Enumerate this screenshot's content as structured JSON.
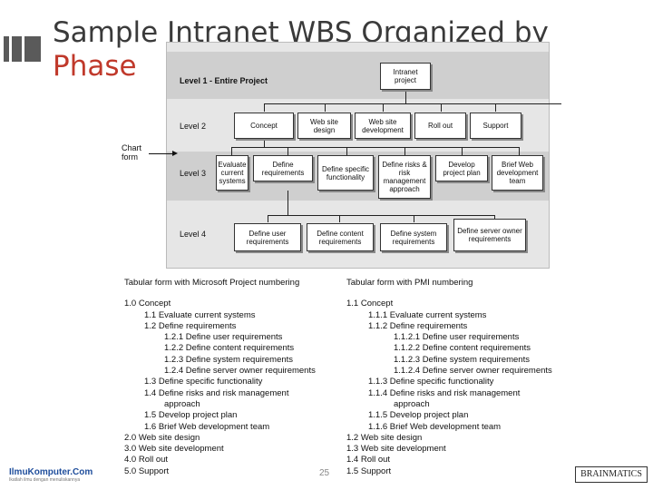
{
  "slide": {
    "title_line1": "Sample Intranet WBS Organized by",
    "title_line2": "Phase",
    "page_number": "25"
  },
  "chart": {
    "levels": [
      "Level 1 - Entire Project",
      "Level 2",
      "Level 3",
      "Level 4"
    ],
    "root": "Intranet project",
    "level2": [
      "Concept",
      "Web site design",
      "Web site development",
      "Roll out",
      "Support"
    ],
    "level3": [
      "Evaluate current systems",
      "Define requirements",
      "Define specific functionality",
      "Define risks & risk management approach",
      "Develop project plan",
      "Brief Web development team"
    ],
    "level4": [
      "Define user requirements",
      "Define content requirements",
      "Define system requirements",
      "Define server owner requirements"
    ],
    "chart_form_label": "Chart form"
  },
  "tab_ms": {
    "heading": "Tabular form with Microsoft Project numbering",
    "rows": [
      {
        "text": "1.0 Concept",
        "indent": 0
      },
      {
        "text": "1.1 Evaluate current systems",
        "indent": 1
      },
      {
        "text": "1.2 Define requirements",
        "indent": 1
      },
      {
        "text": "1.2.1 Define user requirements",
        "indent": 2
      },
      {
        "text": "1.2.2 Define content requirements",
        "indent": 2
      },
      {
        "text": "1.2.3 Define system requirements",
        "indent": 2
      },
      {
        "text": "1.2.4 Define server owner requirements",
        "indent": 2
      },
      {
        "text": "1.3 Define specific functionality",
        "indent": 1
      },
      {
        "text": "1.4 Define risks and risk management",
        "indent": 1
      },
      {
        "text": "approach",
        "indent": 2
      },
      {
        "text": "1.5 Develop project plan",
        "indent": 1
      },
      {
        "text": "1.6 Brief Web development team",
        "indent": 1
      },
      {
        "text": "2.0 Web site design",
        "indent": 0
      },
      {
        "text": "3.0 Web site development",
        "indent": 0
      },
      {
        "text": "4.0 Roll out",
        "indent": 0
      },
      {
        "text": "5.0 Support",
        "indent": 0
      }
    ]
  },
  "tab_pmi": {
    "heading": "Tabular form with PMI numbering",
    "rows": [
      {
        "text": "1.1 Concept",
        "indent": 0
      },
      {
        "text": "1.1.1 Evaluate current systems",
        "indent": 1
      },
      {
        "text": "1.1.2 Define requirements",
        "indent": 1
      },
      {
        "text": "1.1.2.1 Define user requirements",
        "indent": 2
      },
      {
        "text": "1.1.2.2 Define content requirements",
        "indent": 2
      },
      {
        "text": "1.1.2.3 Define system requirements",
        "indent": 2
      },
      {
        "text": "1.1.2.4 Define server owner requirements",
        "indent": 2
      },
      {
        "text": "1.1.3 Define specific functionality",
        "indent": 1
      },
      {
        "text": "1.1.4 Define risks and risk management",
        "indent": 1
      },
      {
        "text": "approach",
        "indent": 2
      },
      {
        "text": "1.1.5 Develop project plan",
        "indent": 1
      },
      {
        "text": "1.1.6 Brief Web development team",
        "indent": 1
      },
      {
        "text": "1.2 Web site design",
        "indent": 0
      },
      {
        "text": "1.3 Web site development",
        "indent": 0
      },
      {
        "text": "1.4 Roll out",
        "indent": 0
      },
      {
        "text": "1.5 Support",
        "indent": 0
      }
    ]
  },
  "logos": {
    "left": "IlmuKomputer.Com",
    "left_sub": "Ikatlah ilmu dengan menuliskannya",
    "right": "BRAINMATICS"
  }
}
